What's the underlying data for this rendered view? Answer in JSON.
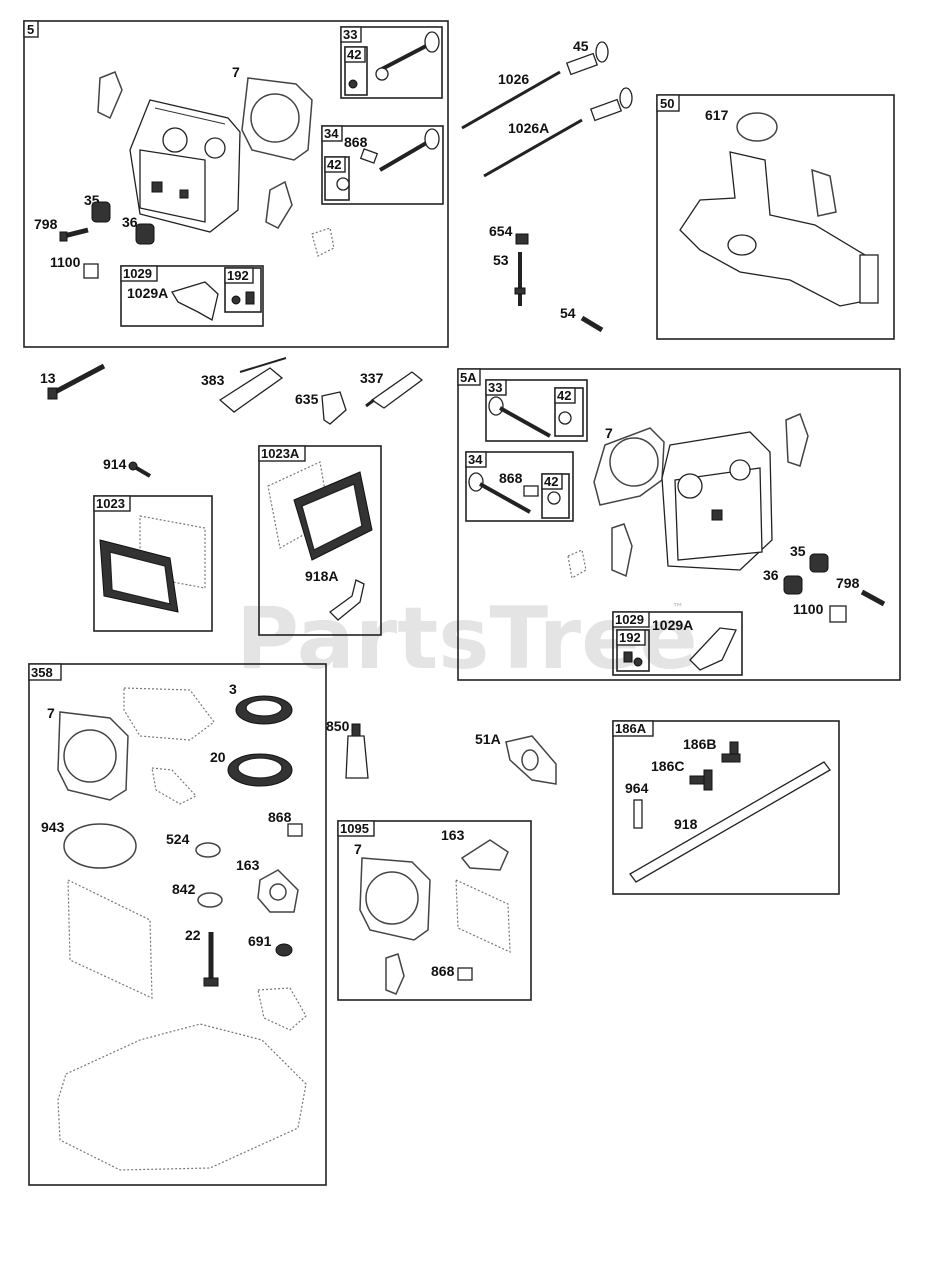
{
  "watermark": {
    "text": "PartsTree",
    "tm": "™"
  },
  "boxes": {
    "b5": "5",
    "b33a": "33",
    "b42a": "42",
    "b34a": "34",
    "b42b": "42",
    "b1029a": "1029",
    "b192a": "192",
    "b50": "50",
    "b5A": "5A",
    "b33b": "33",
    "b42c": "42",
    "b34b": "34",
    "b42d": "42",
    "b1029b": "1029",
    "b192b": "192",
    "b1023": "1023",
    "b1023A": "1023A",
    "b358": "358",
    "b1095": "1095",
    "b186A": "186A"
  },
  "labels": {
    "l7a": "7",
    "l868a": "868",
    "l35a": "35",
    "l36a": "36",
    "l798a": "798",
    "l1100a": "1100",
    "l1029Aa": "1029A",
    "l45": "45",
    "l1026": "1026",
    "l1026A": "1026A",
    "l617": "617",
    "l654": "654",
    "l53": "53",
    "l54": "54",
    "l13": "13",
    "l383": "383",
    "l337": "337",
    "l635": "635",
    "l914": "914",
    "l918A": "918A",
    "l7b": "7",
    "l868b": "868",
    "l35b": "35",
    "l36b": "36",
    "l798b": "798",
    "l1100b": "1100",
    "l1029Ab": "1029A",
    "l7c": "7",
    "l3": "3",
    "l20": "20",
    "l943": "943",
    "l868c": "868",
    "l524": "524",
    "l163a": "163",
    "l842": "842",
    "l22": "22",
    "l691": "691",
    "l850": "850",
    "l51A": "51A",
    "l163b": "163",
    "l7d": "7",
    "l868d": "868",
    "l186B": "186B",
    "l186C": "186C",
    "l964": "964",
    "l918": "918"
  }
}
